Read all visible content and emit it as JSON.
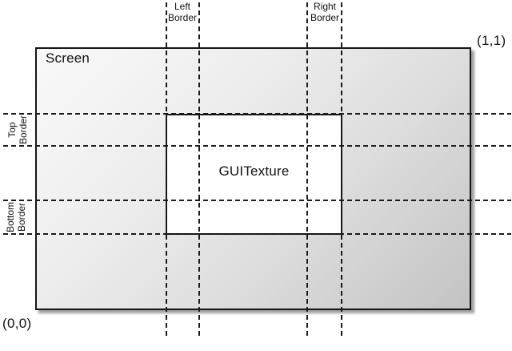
{
  "diagram": {
    "screen_label": "Screen",
    "texture_label": "GUITexture",
    "origin_coordinate": "(0,0)",
    "max_coordinate": "(1,1)",
    "borders": {
      "left": {
        "line1": "Left",
        "line2": "Border"
      },
      "right": {
        "line1": "Right",
        "line2": "Border"
      },
      "top": {
        "line1": "Top",
        "line2": "Border"
      },
      "bottom": {
        "line1": "Bottom",
        "line2": "Border"
      }
    },
    "colors": {
      "screen_gradient_start": "#f9f9f9",
      "screen_gradient_end": "#c3c3c3",
      "texture_fill": "#ffffff",
      "line_color": "#1a1a1a",
      "background": "#ffffff"
    }
  }
}
